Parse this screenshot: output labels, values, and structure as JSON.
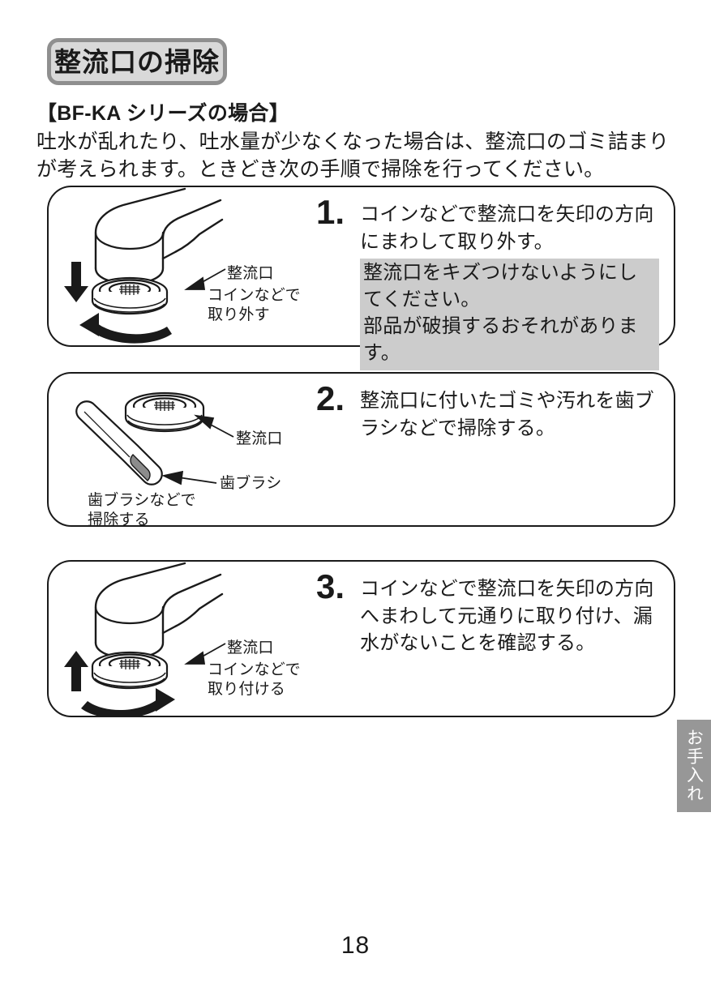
{
  "page": {
    "title": "整流口の掃除",
    "number": "18",
    "side_tab": "お手入れ"
  },
  "intro": {
    "heading": "【BF-KA シリーズの場合】",
    "body": "吐水が乱れたり、吐水量が少なくなった場合は、整流口のゴミ詰まりが考えられます。ときどき次の手順で掃除を行ってください。"
  },
  "steps": [
    {
      "number": "1.",
      "body": "コインなどで整流口を矢印の方向にまわして取り外す。",
      "warning": [
        "整流口をキズつけないようにしてください。",
        "部品が破損するおそれがあります。"
      ],
      "figure": {
        "label_aerator": "整流口",
        "label_action": "コインなどで\n取り外す",
        "arrow_vertical": "down",
        "arrow_rotation": "counter-clockwise"
      }
    },
    {
      "number": "2.",
      "body": "整流口に付いたゴミや汚れを歯ブラシなどで掃除する。",
      "warning": [],
      "figure": {
        "label_aerator": "整流口",
        "label_brush": "歯ブラシ",
        "label_action": "歯ブラシなどで\n掃除する"
      }
    },
    {
      "number": "3.",
      "body": "コインなどで整流口を矢印の方向へまわして元通りに取り付け、漏水がないことを確認する。",
      "warning": [],
      "figure": {
        "label_aerator": "整流口",
        "label_action": "コインなどで\n取り付ける",
        "arrow_vertical": "up",
        "arrow_rotation": "clockwise"
      }
    }
  ],
  "colors": {
    "title_badge_fill": "#d9d9d9",
    "title_badge_border": "#8f8f8f",
    "warning_fill": "#cccccc",
    "side_tab_fill": "#979797",
    "ink": "#1a1a1a"
  }
}
